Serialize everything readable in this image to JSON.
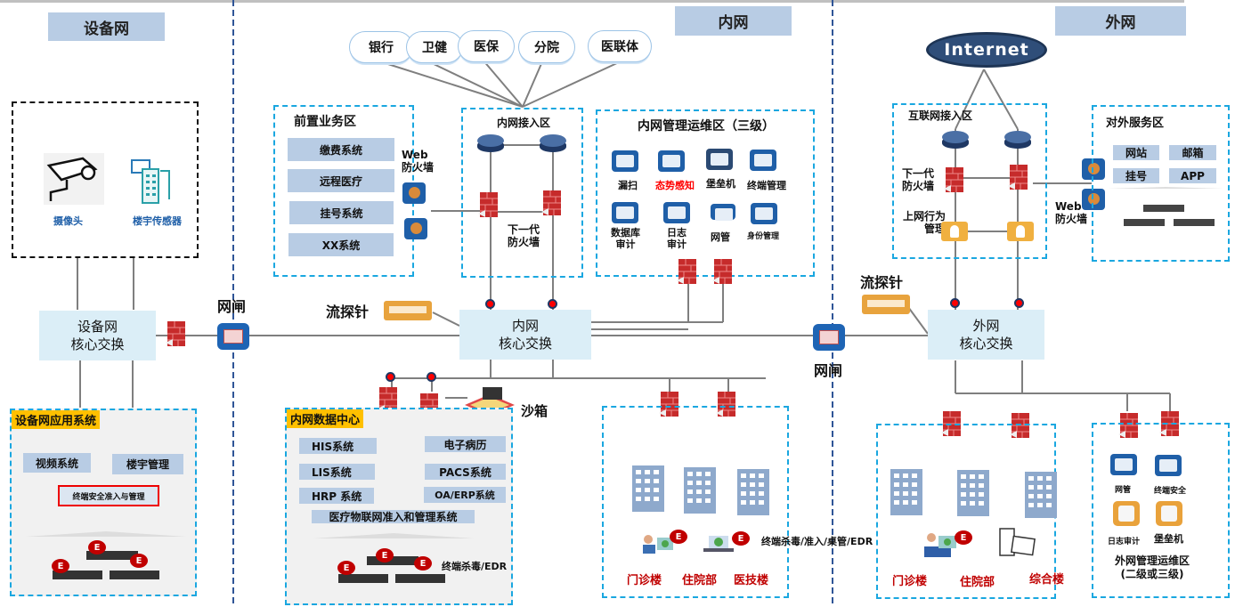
{
  "zones": {
    "device_net": "设备网",
    "intranet": "内网",
    "extranet": "外网"
  },
  "external_clouds": [
    "银行",
    "卫健",
    "医保",
    "分院",
    "医联体"
  ],
  "internet_label": "Internet",
  "device_area": {
    "camera_label": "摄像头",
    "sensor_label": "楼宇传感器",
    "core_switch": [
      "设备网",
      "核心交换"
    ],
    "app_system": {
      "title": "设备网应用系统",
      "items": [
        "视频系统",
        "楼宇管理"
      ],
      "highlight": "终端安全准入与管理"
    }
  },
  "gateway_label": "网闸",
  "probe_label": "流探针",
  "front_zone": {
    "title": "前置业务区",
    "items": [
      "缴费系统",
      "远程医疗",
      "挂号系统",
      "XX系统"
    ],
    "waf_label": [
      "Web",
      "防火墙"
    ]
  },
  "intranet_access": {
    "title": "内网接入区",
    "fw_label": [
      "下一代",
      "防火墙"
    ]
  },
  "intranet_mgmt": {
    "title": "内网管理运维区（三级）",
    "row1": [
      "漏扫",
      "态势感知",
      "堡垒机",
      "终端管理"
    ],
    "row2": [
      [
        "数据库",
        "审计"
      ],
      [
        "日志",
        "审计"
      ],
      [
        "网管"
      ],
      [
        "身份管理"
      ]
    ],
    "highlight_color": "#ff0000"
  },
  "intranet_core": [
    "内网",
    "核心交换"
  ],
  "sandbox_label": "沙箱",
  "data_center": {
    "title": "内网数据中心",
    "left": [
      "HIS系统",
      "LIS系统",
      "HRP 系统"
    ],
    "right": [
      "电子病历",
      "PACS系统",
      "OA/ERP系统"
    ],
    "wide": "医疗物联网准入和管理系统",
    "edr": "终端杀毒/EDR"
  },
  "intranet_buildings": {
    "endpoint_label": "终端杀毒/准入/桌管/EDR",
    "buildings": [
      "门诊楼",
      "住院部",
      "医技楼"
    ]
  },
  "internet_access": {
    "title": "互联网接入区",
    "fw_label": [
      "下一代",
      "防火墙"
    ],
    "behavior_label": [
      "上网行为",
      "管理"
    ]
  },
  "public_services": {
    "title": "对外服务区",
    "items": [
      "网站",
      "邮箱",
      "挂号",
      "APP"
    ],
    "waf_label": [
      "Web",
      "防火墙"
    ]
  },
  "extranet_core": [
    "外网",
    "核心交换"
  ],
  "extranet_buildings": [
    "门诊楼",
    "住院部",
    "综合楼"
  ],
  "extranet_mgmt": {
    "items": [
      "网管",
      "终端安全",
      "日志审计",
      "堡垒机"
    ],
    "title": [
      "外网管理运维区",
      "(二级或三级)"
    ]
  },
  "badge_letter": "E"
}
